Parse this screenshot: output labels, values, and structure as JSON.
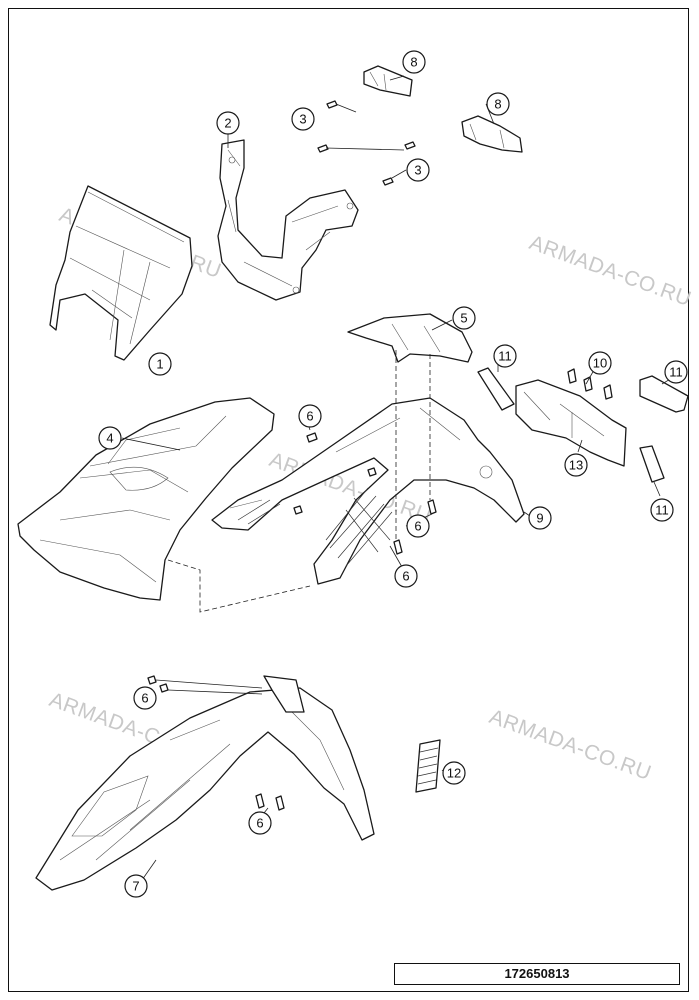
{
  "watermarks": [
    {
      "text": "ARMADA-CO.RU"
    },
    {
      "text": "ARMADA-CO.RU"
    },
    {
      "text": "ARMADA-CO.RU"
    },
    {
      "text": "ARMADA-CO.RU"
    },
    {
      "text": "ARMADA-CO.RU"
    }
  ],
  "callouts": {
    "c1": "1",
    "c2": "2",
    "c3a": "3",
    "c3b": "3",
    "c4": "4",
    "c5": "5",
    "c6a": "6",
    "c6b": "6",
    "c6c": "6",
    "c6d": "6",
    "c6e": "6",
    "c7": "7",
    "c8a": "8",
    "c8b": "8",
    "c9": "9",
    "c10": "10",
    "c11a": "11",
    "c11b": "11",
    "c11c": "11",
    "c12": "12",
    "c13": "13"
  },
  "drawing_number": "172650813"
}
